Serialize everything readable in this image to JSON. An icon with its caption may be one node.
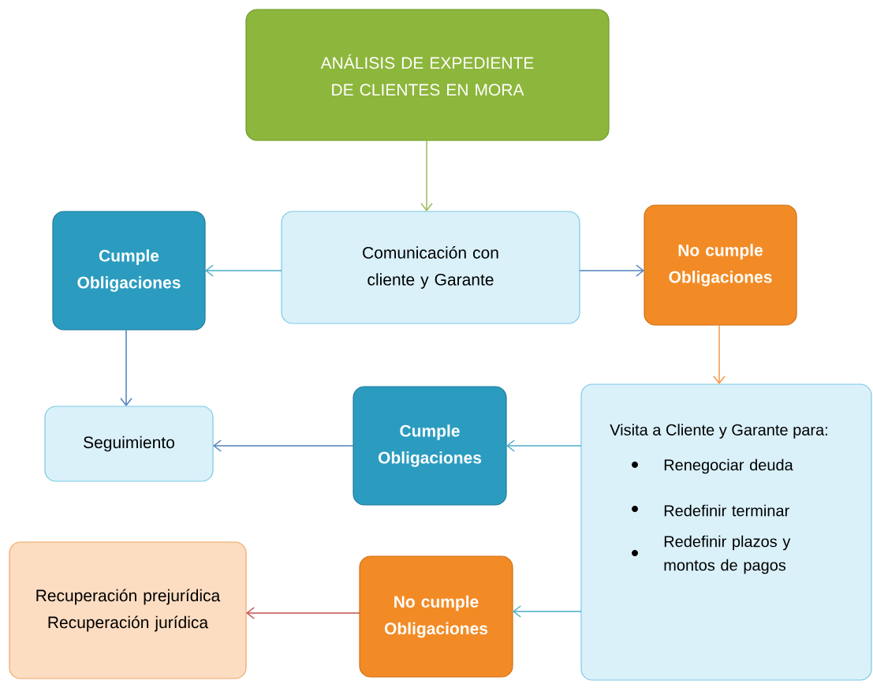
{
  "diagram": {
    "nodes": [
      {
        "text": [
          "ANÁLISIS DE EXPEDIENTE DE CLIENTES EN MORA"
        ]
      },
      {
        "text": [
          "Comunicación con cliente y Garante"
        ]
      },
      {
        "text": [
          "Cumple Obligaciones"
        ]
      },
      {
        "text": [
          "No cumple Obligaciones"
        ]
      },
      {
        "text": [
          "Seguimiento"
        ]
      },
      {
        "text": [
          "Cumple Obligaciones"
        ]
      },
      {
        "text": [
          "Visita a Cliente y Garante para:",
          "Renegociar deuda",
          "Redefinir terminar",
          "Redefinir plazos y montos de pagos"
        ]
      },
      {
        "text": [
          "No cumple Obligaciones"
        ]
      },
      {
        "text": [
          "Recuperación prejurídica",
          "Recuperación jurídica"
        ]
      }
    ],
    "edges": [
      {
        "from": 0,
        "to": 1,
        "arrow": "to",
        "color": "#9bbb59"
      },
      {
        "from": 1,
        "to": 2,
        "arrow": "to",
        "color": "#4bacc6"
      },
      {
        "from": 1,
        "to": 3,
        "arrow": "to",
        "color": "#4f81bd"
      },
      {
        "from": 3,
        "to": 6,
        "arrow": "to",
        "color": "#f79646"
      },
      {
        "from": 2,
        "to": 4,
        "arrow": "to",
        "color": "#4f81bd"
      },
      {
        "from": 5,
        "to": 4,
        "arrow": "to",
        "color": "#4f81bd"
      },
      {
        "from": 6,
        "to": 5,
        "arrow": "to",
        "color": "#4bacc6"
      },
      {
        "from": 6,
        "to": 7,
        "arrow": "to",
        "color": "#4bacc6"
      },
      {
        "from": 7,
        "to": 8,
        "arrow": "to",
        "color": "#c0504d"
      }
    ]
  }
}
